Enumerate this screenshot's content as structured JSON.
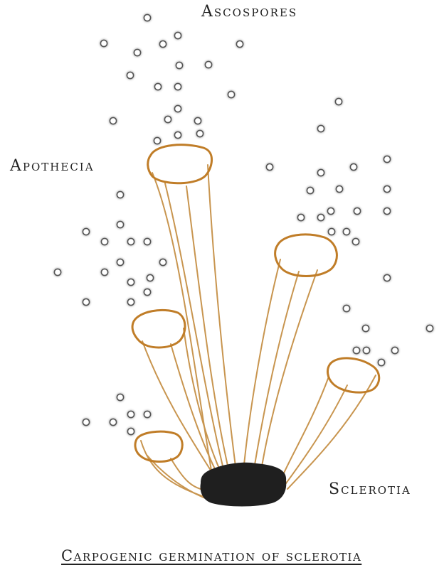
{
  "labels": {
    "ascospores": "Ascospores",
    "apothecia": "Apothecia",
    "sclerotia": "Sclerotia",
    "caption": "Carpogenic germination of sclerotia"
  },
  "colors": {
    "stalk_outline": "#c8954f",
    "cup_outline": "#c07d28",
    "sclerotium_fill": "#1f1f1f",
    "spore_outline": "#555555",
    "text": "#222222",
    "background": "#ffffff"
  }
}
